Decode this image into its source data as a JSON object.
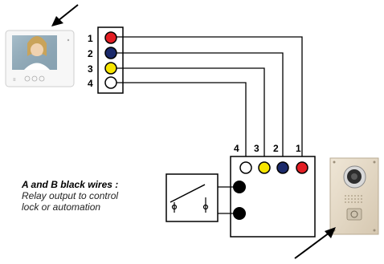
{
  "monitor": {
    "terminals": [
      {
        "label": "1",
        "color": "#e31e24"
      },
      {
        "label": "2",
        "color": "#1b2a6b"
      },
      {
        "label": "3",
        "color": "#f7e500"
      },
      {
        "label": "4",
        "color": "#ffffff"
      }
    ]
  },
  "door_station": {
    "terminals": [
      {
        "label": "4",
        "color": "#ffffff"
      },
      {
        "label": "3",
        "color": "#f7e500"
      },
      {
        "label": "2",
        "color": "#1b2a6b"
      },
      {
        "label": "1",
        "color": "#e31e24"
      }
    ]
  },
  "relay_note": {
    "title": "A and B black wires :",
    "line1": "Relay output to control",
    "line2": "lock or automation"
  }
}
